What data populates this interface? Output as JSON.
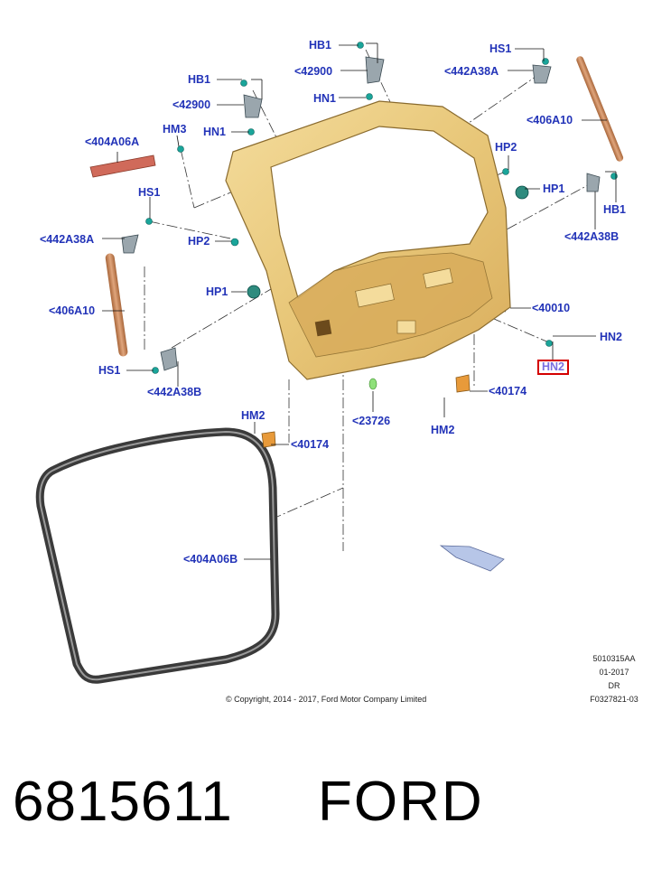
{
  "diagram": {
    "callouts": {
      "hb1_top": "HB1",
      "p42900_top": "<42900",
      "hn1_top": "HN1",
      "hs1_right": "HS1",
      "p442a38a_right": "<442A38A",
      "hb1_left": "HB1",
      "p42900_left": "<42900",
      "hn1_left": "HN1",
      "hm3": "HM3",
      "p404a06a": "<404A06A",
      "p406a10_right": "<406A10",
      "hp2_right": "HP2",
      "hp1_right": "HP1",
      "hb1_right": "HB1",
      "p442a38b_right": "<442A38B",
      "hs1_left": "HS1",
      "p442a38a_left": "<442A38A",
      "hp2_left": "HP2",
      "hp1_left": "HP1",
      "p406a10_left": "<406A10",
      "p40010": "<40010",
      "hn2": "HN2",
      "hn2_highlighted": "HN2",
      "hs1_bottom": "HS1",
      "p442a38b_bottom": "<442A38B",
      "p40174_right": "<40174",
      "hm2_left": "HM2",
      "p40174_left": "<40174",
      "p23726": "<23726",
      "hm2_right": "HM2",
      "p404a06b": "<404A06B"
    },
    "doc_codes": [
      "5010315AA",
      "01-2017",
      "DR",
      "F0327821-03"
    ],
    "copyright": "© Copyright, 2014 - 2017, Ford Motor Company Limited"
  },
  "footer": {
    "part_number": "6815611",
    "brand": "FORD"
  },
  "colors": {
    "callout_text": "#2233b8",
    "highlight_border": "#d40000",
    "liftgate_fill": "#e8c779",
    "seal": "#3a3a3a",
    "strut": "#c98a5a",
    "clip_teal": "#1aa59a"
  }
}
